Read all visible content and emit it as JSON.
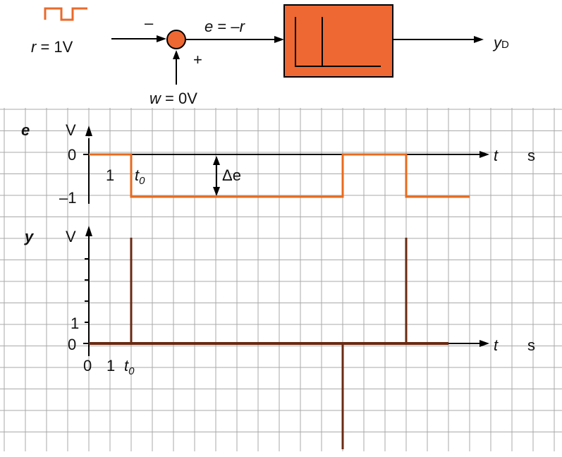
{
  "colors": {
    "accent": "#ea6a2b",
    "block_fill": "#ee6833",
    "error_signal": "#e96a1c",
    "output_signal": "#6a2a12",
    "grid": "#a9a9a9",
    "axis": "#000000"
  },
  "block_diagram": {
    "reference": {
      "var": "r",
      "eq": " = 1V"
    },
    "disturbance": {
      "var": "w",
      "eq": " = 0V"
    },
    "error": {
      "var": "e",
      "eq1": " = –",
      "var2": "r"
    },
    "output": {
      "var": "y",
      "sub": "D"
    },
    "minus_sign": "–",
    "plus_sign": "+"
  },
  "chart_data": [
    {
      "type": "line",
      "ylabel": "e",
      "yunit": "V",
      "xlabel": "t",
      "xunit": "s",
      "x_ticks": [
        "1",
        "t",
        "0"
      ],
      "y_ticks": [
        "0",
        "–1"
      ],
      "annotation": "Δe",
      "series": [
        {
          "x": [
            0,
            2,
            2,
            12,
            12,
            15,
            15,
            18
          ],
          "y": [
            0,
            0,
            -1,
            -1,
            0,
            0,
            -1,
            -1
          ]
        }
      ]
    },
    {
      "type": "line",
      "ylabel": "y",
      "yunit": "V",
      "xlabel": "t",
      "xunit": "s",
      "x_ticks": [
        "0",
        "1",
        "t",
        "0"
      ],
      "y_ticks": [
        "0",
        "1"
      ],
      "series": [
        {
          "x": [
            0,
            17
          ],
          "y": [
            0,
            0
          ]
        }
      ],
      "impulses": [
        {
          "x": 2,
          "height": 5
        },
        {
          "x": 12,
          "height": -5
        },
        {
          "x": 15,
          "height": 5
        }
      ]
    }
  ]
}
